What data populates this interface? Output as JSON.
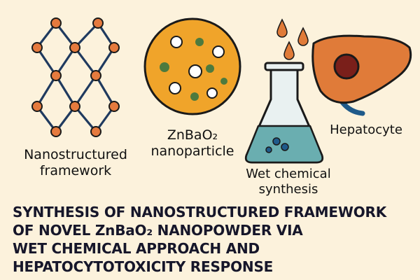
{
  "labels": {
    "framework_line1": "Nanostructured",
    "framework_line2": "framework",
    "nanoparticle_line1": "ZnBaO₂",
    "nanoparticle_line2": "nanoparticle",
    "wet_line1": "Wet chemical",
    "wet_line2": "synthesis",
    "hepatocyte": "Hepatocyte"
  },
  "title": {
    "line1": "SYNTHESIS OF NANOSTRUCTURED FRAMEWORK",
    "line2": "OF NOVEL ZnBaO₂ NANOPOWDER VIA",
    "line3": "WET CHEMICAL APPROACH AND",
    "line4": "HEPATOCYTOTOXICITY RESPONSE"
  },
  "colors": {
    "background": "#fcf2dc",
    "framework_edge": "#1f3a5f",
    "framework_node": "#e57a3e",
    "nanoparticle_fill": "#f0a42a",
    "nanoparticle_dots_green": "#4d7a3e",
    "flask_liquid": "#6aaeb0",
    "flask_glass": "#e9f1f1",
    "drop_color": "#e07b39",
    "liver_fill": "#e07b39",
    "liver_nucleus": "#7a1f1a",
    "vessel_color": "#1f5a8a",
    "outline": "#1a1a1a"
  },
  "icons": [
    "framework-lattice-icon",
    "nanoparticle-icon",
    "flask-icon",
    "liver-icon"
  ]
}
